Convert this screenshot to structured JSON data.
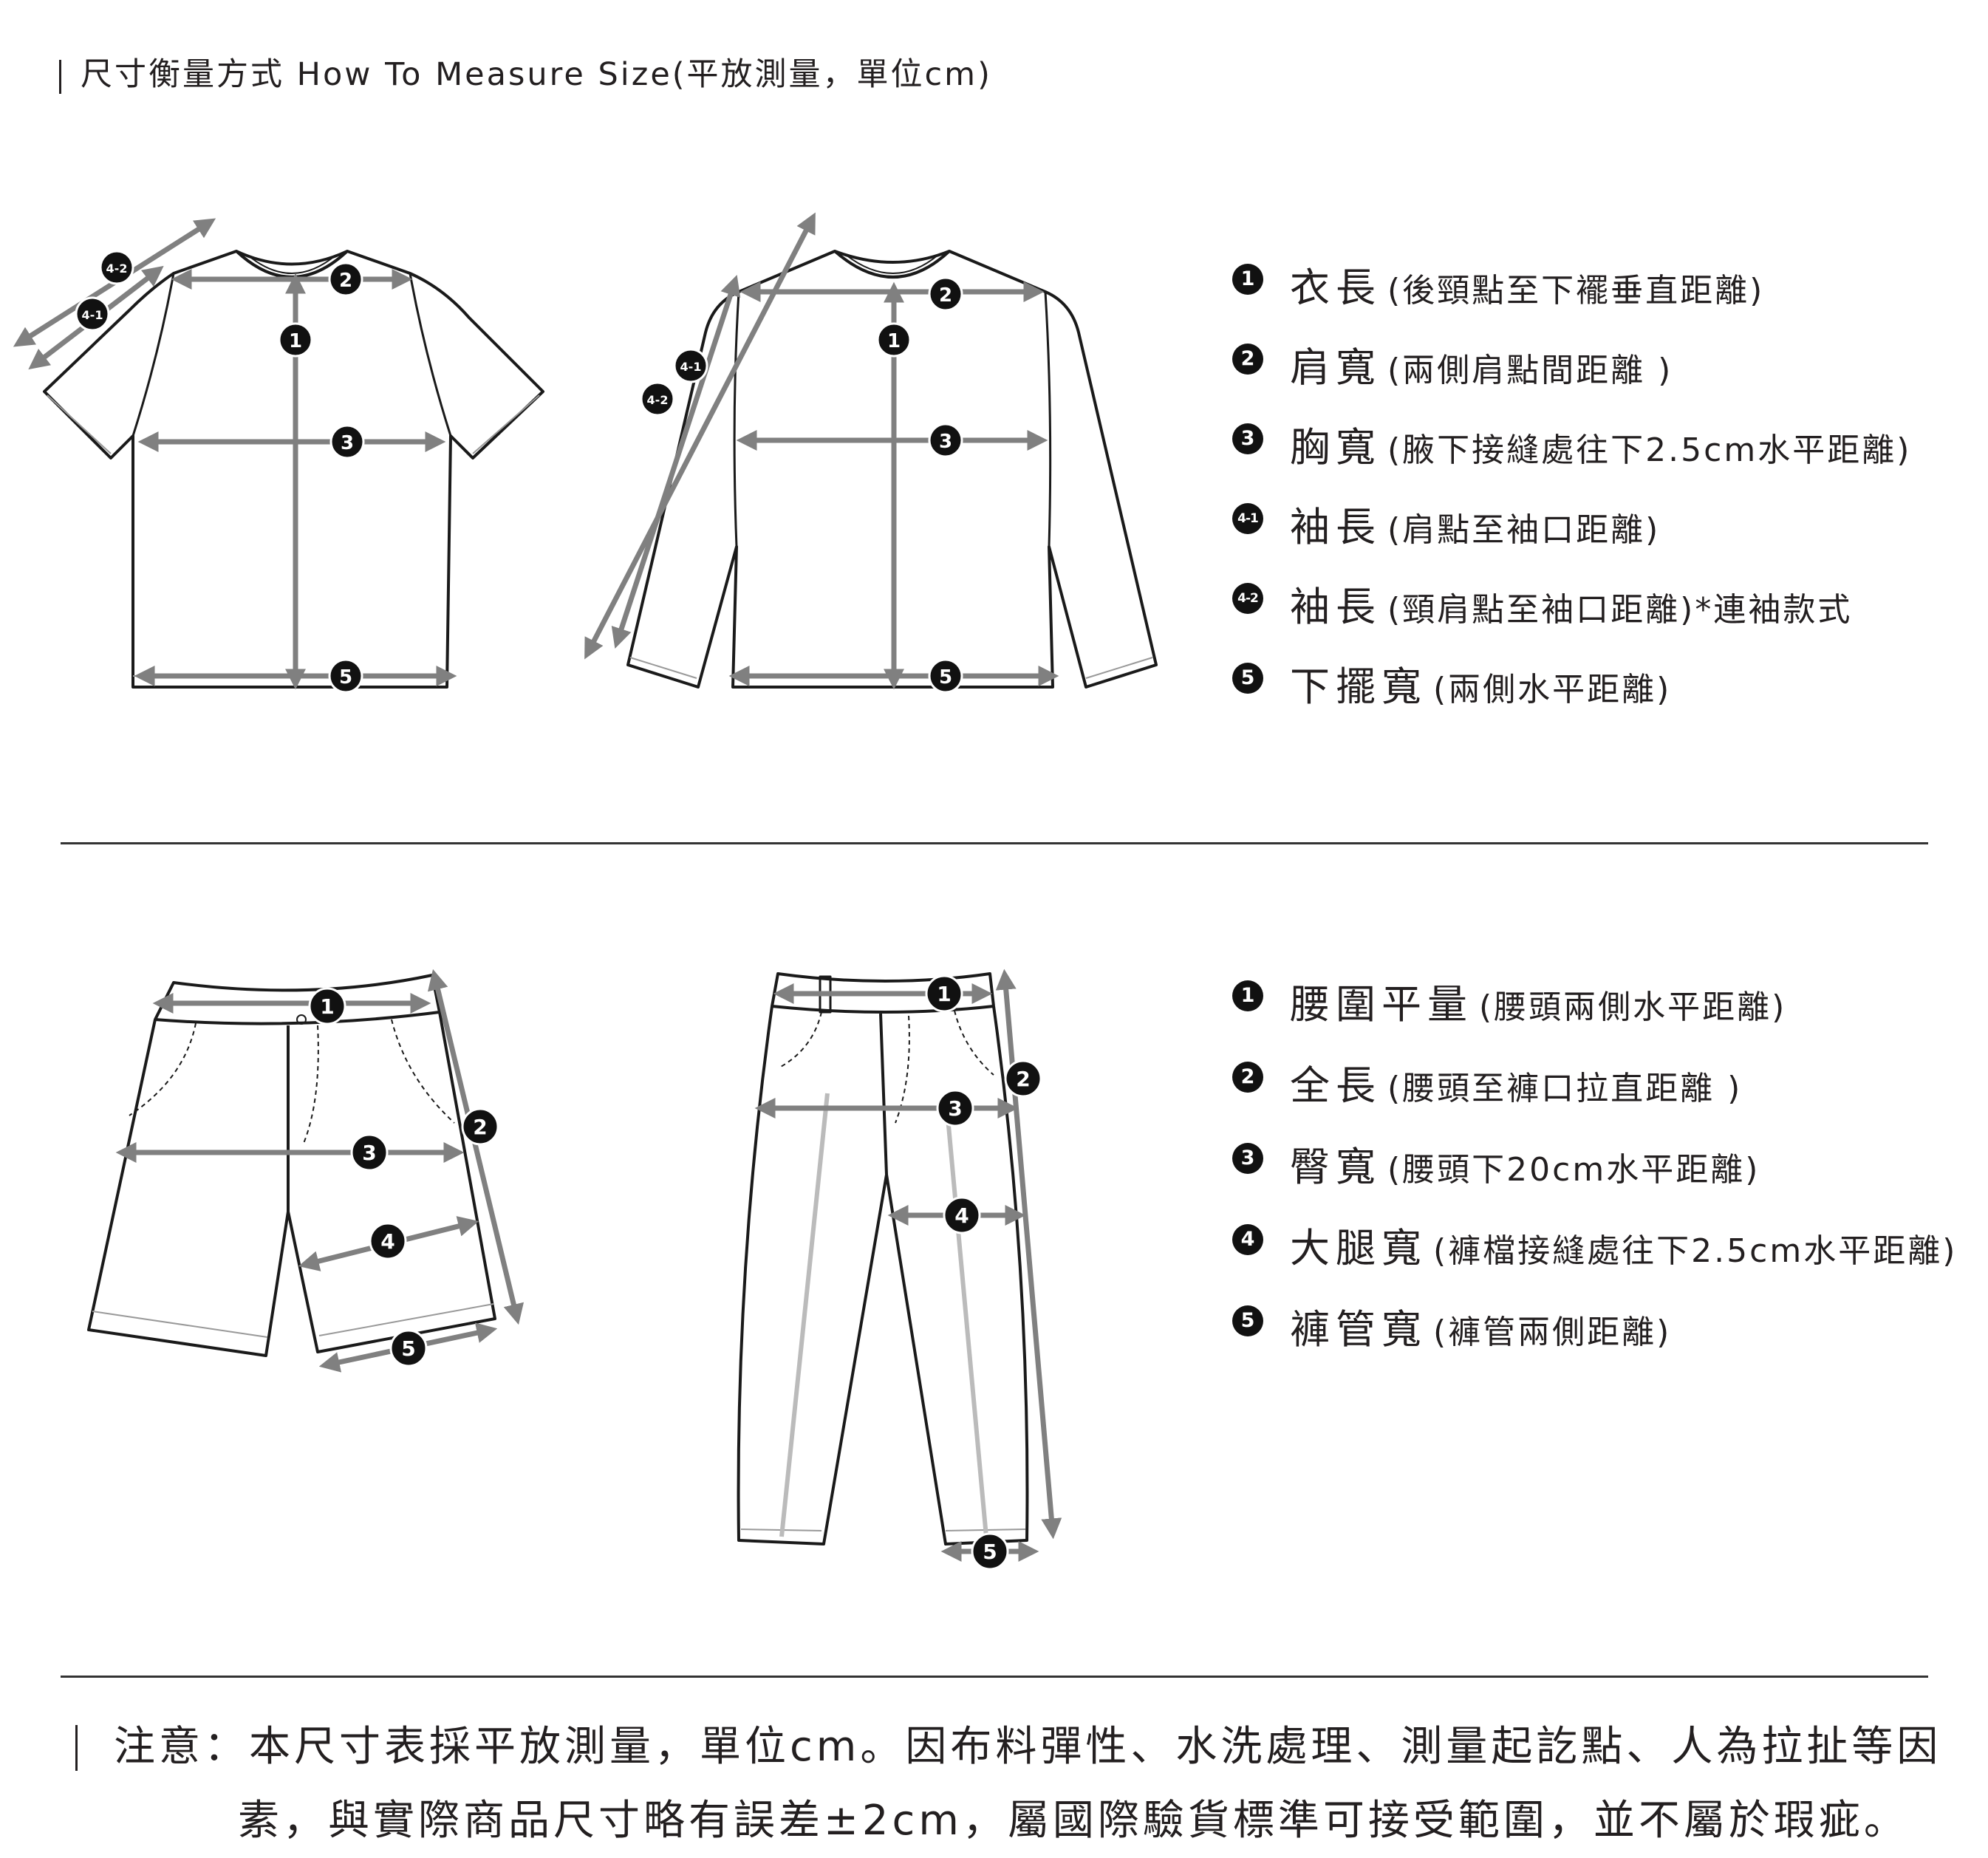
{
  "header": {
    "title": "尺寸衡量方式 How To Measure Size(平放測量，單位cm)"
  },
  "colors": {
    "line": "#1a1a1a",
    "measure": "#808080",
    "badge": "#111111",
    "text": "#231f20"
  },
  "tops": {
    "legend": [
      {
        "num": "1",
        "term": "衣長",
        "desc": "(後頸點至下襬垂直距離)"
      },
      {
        "num": "2",
        "term": "肩寬",
        "desc": "(兩側肩點間距離 )"
      },
      {
        "num": "3",
        "term": "胸寬",
        "desc": "(腋下接縫處往下2.5cm水平距離)"
      },
      {
        "num": "4-1",
        "term": "袖長",
        "desc": "(肩點至袖口距離)"
      },
      {
        "num": "4-2",
        "term": "袖長",
        "desc": "(頸肩點至袖口距離)*連袖款式"
      },
      {
        "num": "5",
        "term": "下擺寬",
        "desc": "(兩側水平距離)"
      }
    ]
  },
  "bottoms": {
    "legend": [
      {
        "num": "1",
        "term": "腰圍平量",
        "desc": "(腰頭兩側水平距離)"
      },
      {
        "num": "2",
        "term": "全長",
        "desc": "(腰頭至褲口拉直距離 )"
      },
      {
        "num": "3",
        "term": "臀寬",
        "desc": "(腰頭下20cm水平距離)"
      },
      {
        "num": "4",
        "term": "大腿寬",
        "desc": "(褲檔接縫處往下2.5cm水平距離)"
      },
      {
        "num": "5",
        "term": "褲管寬",
        "desc": "(褲管兩側距離)"
      }
    ]
  },
  "note": {
    "line1": "注意：本尺寸表採平放測量，單位cm。因布料彈性、水洗處理、測量起訖點、人為拉扯等因",
    "line2": "素，與實際商品尺寸略有誤差±2cm，屬國際驗貨標準可接受範圍，並不屬於瑕疵。"
  }
}
